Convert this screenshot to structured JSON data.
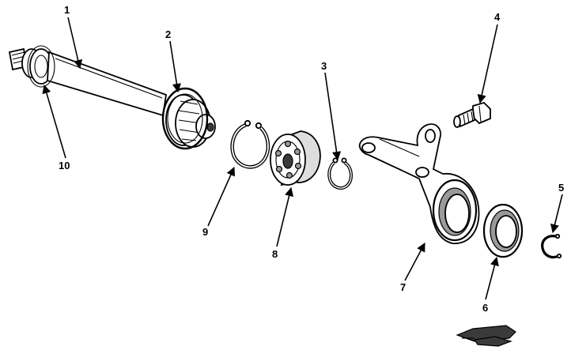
{
  "callouts": [
    {
      "id": "c1",
      "label": "1"
    },
    {
      "id": "c2",
      "label": "2"
    },
    {
      "id": "c3",
      "label": "3"
    },
    {
      "id": "c4",
      "label": "4"
    },
    {
      "id": "c5",
      "label": "5"
    },
    {
      "id": "c6",
      "label": "6"
    },
    {
      "id": "c7",
      "label": "7"
    },
    {
      "id": "c8",
      "label": "8"
    },
    {
      "id": "c9",
      "label": "9"
    },
    {
      "id": "c10",
      "label": "10"
    }
  ],
  "colors": {
    "ink": "#000000",
    "background": "#ffffff",
    "shade": "#9a9a9a"
  }
}
